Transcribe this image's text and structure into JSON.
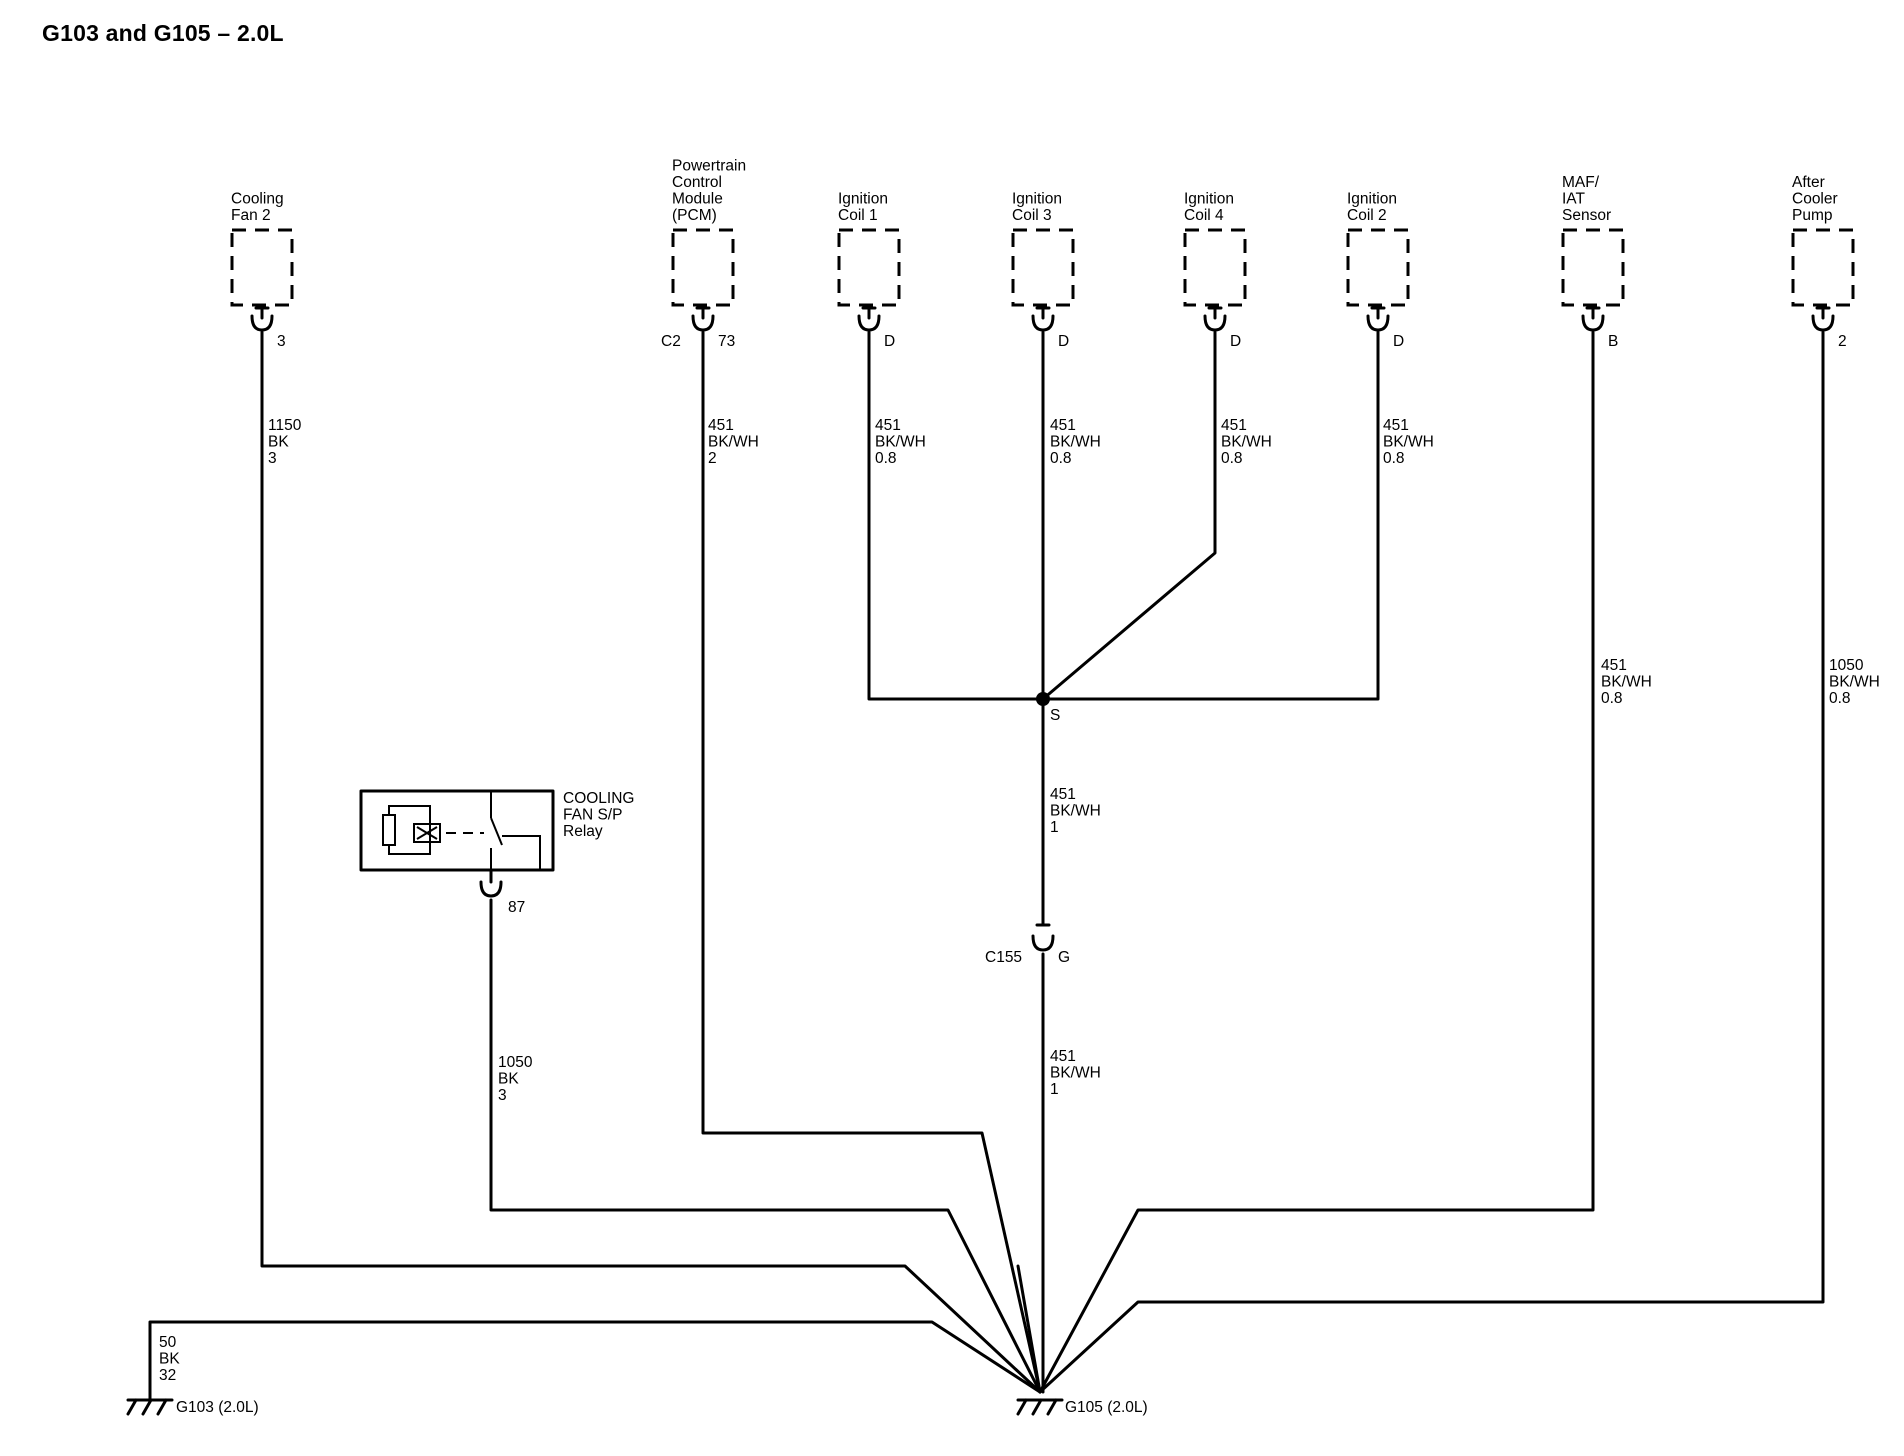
{
  "title": "G103 and G105 – 2.0L",
  "components": [
    {
      "id": "cooling-fan-2",
      "name_lines": [
        "Cooling",
        "Fan 2"
      ],
      "pin": "3",
      "connector": ""
    },
    {
      "id": "pcm",
      "name_lines": [
        "Powertrain",
        "Control",
        "Module",
        "(PCM)"
      ],
      "pin": "73",
      "connector": "C2"
    },
    {
      "id": "ignition-coil-1",
      "name_lines": [
        "Ignition",
        "Coil 1"
      ],
      "pin": "D",
      "connector": ""
    },
    {
      "id": "ignition-coil-3",
      "name_lines": [
        "Ignition",
        "Coil 3"
      ],
      "pin": "D",
      "connector": ""
    },
    {
      "id": "ignition-coil-4",
      "name_lines": [
        "Ignition",
        "Coil 4"
      ],
      "pin": "D",
      "connector": ""
    },
    {
      "id": "ignition-coil-2",
      "name_lines": [
        "Ignition",
        "Coil 2"
      ],
      "pin": "D",
      "connector": ""
    },
    {
      "id": "maf-iat-sensor",
      "name_lines": [
        "MAF/",
        "IAT",
        "Sensor"
      ],
      "pin": "B",
      "connector": ""
    },
    {
      "id": "after-cooler-pump",
      "name_lines": [
        "After",
        "Cooler",
        "Pump"
      ],
      "pin": "2",
      "connector": ""
    }
  ],
  "wire_labels": [
    {
      "id": "wire-cooling-fan-2",
      "lines": [
        "1150",
        "BK",
        "3"
      ]
    },
    {
      "id": "wire-pcm",
      "lines": [
        "451",
        "BK/WH",
        "2"
      ]
    },
    {
      "id": "wire-ignition-coil-1",
      "lines": [
        "451",
        "BK/WH",
        "0.8"
      ]
    },
    {
      "id": "wire-ignition-coil-3",
      "lines": [
        "451",
        "BK/WH",
        "0.8"
      ]
    },
    {
      "id": "wire-ignition-coil-4",
      "lines": [
        "451",
        "BK/WH",
        "0.8"
      ]
    },
    {
      "id": "wire-ignition-coil-2",
      "lines": [
        "451",
        "BK/WH",
        "0.8"
      ]
    },
    {
      "id": "wire-maf-iat",
      "lines": [
        "451",
        "BK/WH",
        "0.8"
      ]
    },
    {
      "id": "wire-after-cooler-pump",
      "lines": [
        "1050",
        "BK/WH",
        "0.8"
      ]
    },
    {
      "id": "wire-splice-to-c155",
      "lines": [
        "451",
        "BK/WH",
        "1"
      ]
    },
    {
      "id": "wire-c155-to-g105",
      "lines": [
        "451",
        "BK/WH",
        "1"
      ]
    },
    {
      "id": "wire-relay",
      "lines": [
        "1050",
        "BK",
        "3"
      ]
    },
    {
      "id": "wire-g103",
      "lines": [
        "50",
        "BK",
        "32"
      ]
    }
  ],
  "splice": {
    "label": "S"
  },
  "inline_connector": {
    "name": "C155",
    "pin": "G"
  },
  "relay": {
    "name_lines": [
      "COOLING",
      "FAN S/P",
      "Relay"
    ],
    "pin": "87"
  },
  "grounds": [
    {
      "id": "g103",
      "label": "G103 (2.0L)"
    },
    {
      "id": "g105",
      "label": "G105 (2.0L)"
    }
  ]
}
